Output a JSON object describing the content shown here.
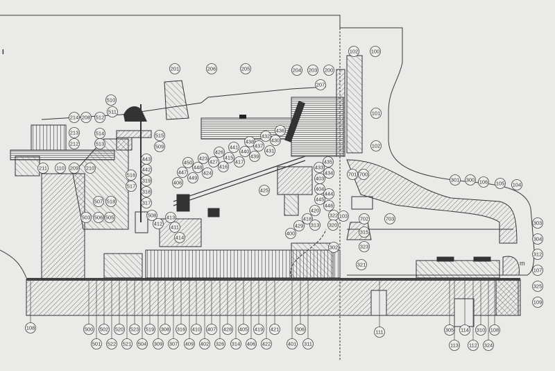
{
  "diagram": {
    "type": "cross-section technical drawing",
    "side_mark": "I",
    "letter_mark": "m",
    "callouts": [
      "201",
      "206",
      "205",
      "204",
      "203",
      "200",
      "102",
      "100",
      "207",
      "101",
      "102",
      "510",
      "511",
      "512",
      "214",
      "208",
      "213",
      "212",
      "514",
      "513",
      "515",
      "509",
      "211",
      "110",
      "209",
      "210",
      "516",
      "517",
      "443",
      "442",
      "319",
      "318",
      "317",
      "507",
      "518",
      "503",
      "506",
      "505",
      "508",
      "413",
      "412",
      "411",
      "414",
      "426",
      "441",
      "438",
      "440",
      "415",
      "417",
      "427",
      "416",
      "450",
      "448",
      "424",
      "447",
      "449",
      "406",
      "423",
      "432",
      "436",
      "430",
      "437",
      "431",
      "439",
      "425",
      "435",
      "433",
      "434",
      "403",
      "404",
      "444",
      "445",
      "446",
      "420",
      "322",
      "103",
      "418",
      "429",
      "313",
      "320",
      "400",
      "302",
      "701",
      "700",
      "702",
      "703",
      "315",
      "323",
      "321",
      "301",
      "300",
      "106",
      "105",
      "104",
      "303",
      "304",
      "312",
      "107",
      "325",
      "109",
      "305",
      "114",
      "310",
      "108",
      "113",
      "112",
      "324",
      "111",
      "108",
      "500",
      "502",
      "520",
      "523",
      "519",
      "308",
      "316",
      "410",
      "407",
      "428",
      "405",
      "419",
      "421",
      "306",
      "501",
      "522",
      "521",
      "504",
      "309",
      "307",
      "409",
      "402",
      "326",
      "314",
      "406",
      "422",
      "401",
      "311"
    ]
  },
  "colors": {
    "paper": "#eaeae8",
    "ink": "#3a3a3a",
    "hatch": "#555555",
    "dark": "#2a2a2a"
  }
}
